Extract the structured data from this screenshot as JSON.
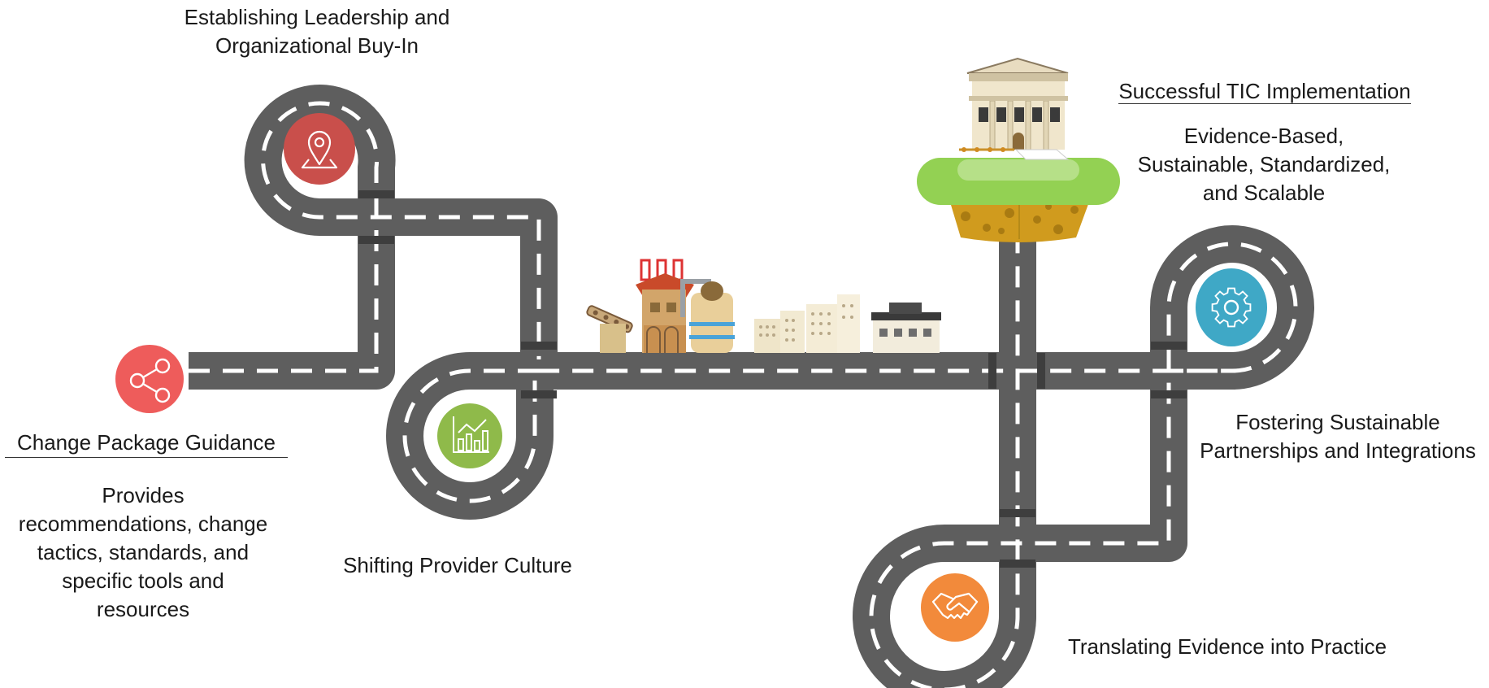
{
  "colors": {
    "road": "#5e5e5e",
    "road_dash": "#ffffff",
    "leadership_circle": "#c94f4b",
    "change_circle": "#ee5c5b",
    "culture_circle": "#8fba4a",
    "partnership_circle": "#3fa8c6",
    "evidence_circle": "#f28a3b",
    "grass": "#9ad35a",
    "soil": "#d09b1e"
  },
  "icons": {
    "leadership": "map-pin-icon",
    "change": "share-icon",
    "culture": "bar-chart-icon",
    "partnership": "gear-icon",
    "evidence": "handshake-icon"
  },
  "milestones": {
    "leadership": {
      "lines": [
        "Establishing Leadership and",
        "Organizational Buy-In"
      ]
    },
    "change": {
      "title": "Change Package Guidance",
      "description_lines": [
        "Provides",
        "recommendations, change",
        "tactics, standards, and",
        "specific tools and",
        "resources"
      ]
    },
    "culture": {
      "title": "Shifting Provider Culture"
    },
    "goal": {
      "title": "Successful TIC Implementation",
      "description_lines": [
        "Evidence-Based,",
        "Sustainable, Standardized,",
        "and Scalable"
      ]
    },
    "partnership": {
      "lines": [
        "Fostering Sustainable",
        "Partnerships and Integrations"
      ]
    },
    "evidence": {
      "title": "Translating Evidence into Practice"
    }
  }
}
